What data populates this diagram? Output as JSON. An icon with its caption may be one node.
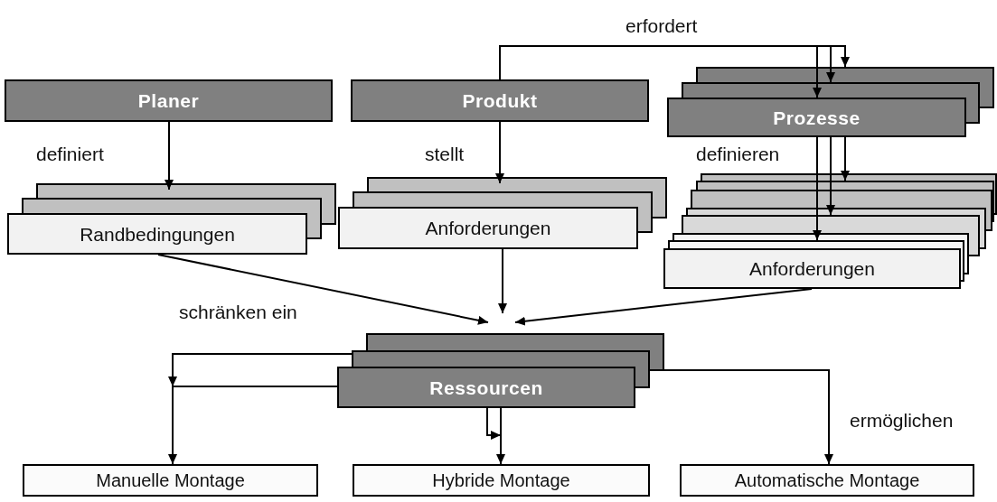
{
  "diagram": {
    "nodes": [
      {
        "text": [
          "Planer"
        ]
      },
      {
        "text": [
          "Produkt"
        ]
      },
      {
        "text": [
          "Prozesse"
        ]
      },
      {
        "text": [
          "Randbedingungen"
        ]
      },
      {
        "text": [
          "Anforderungen"
        ]
      },
      {
        "text": [
          "Anforderungen"
        ]
      },
      {
        "text": [
          "Ressourcen"
        ]
      },
      {
        "text": [
          "Manuelle Montage"
        ]
      },
      {
        "text": [
          "Hybride Montage"
        ]
      },
      {
        "text": [
          "Automatische Montage"
        ]
      }
    ],
    "edges": [
      {
        "from": 0,
        "to": 3,
        "arrow": "to",
        "label": "definiert"
      },
      {
        "from": 1,
        "to": 4,
        "arrow": "to",
        "label": "stellt"
      },
      {
        "from": 1,
        "to": 2,
        "arrow": "to",
        "label": "erfordert"
      },
      {
        "from": 2,
        "to": 5,
        "arrow": "to",
        "label": "definieren"
      },
      {
        "from": 3,
        "to": 6,
        "arrow": "to",
        "label": "schränken ein"
      },
      {
        "from": 4,
        "to": 6,
        "arrow": "to"
      },
      {
        "from": 5,
        "to": 6,
        "arrow": "to"
      },
      {
        "from": 6,
        "to": 7,
        "arrow": "to"
      },
      {
        "from": 6,
        "to": 8,
        "arrow": "to"
      },
      {
        "from": 6,
        "to": 9,
        "arrow": "to",
        "label": "ermöglichen"
      }
    ]
  }
}
